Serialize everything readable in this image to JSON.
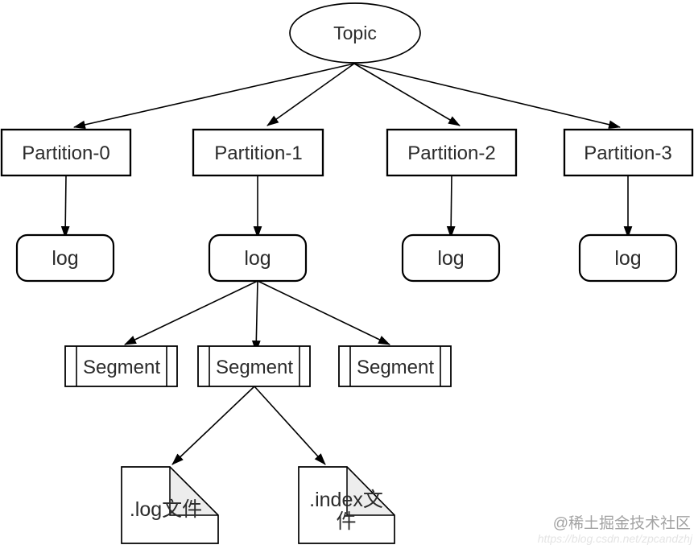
{
  "diagram": {
    "topic": {
      "label": "Topic"
    },
    "partitions": [
      {
        "label": "Partition-0"
      },
      {
        "label": "Partition-1"
      },
      {
        "label": "Partition-2"
      },
      {
        "label": "Partition-3"
      }
    ],
    "logs": [
      {
        "label": "log"
      },
      {
        "label": "log"
      },
      {
        "label": "log"
      },
      {
        "label": "log"
      }
    ],
    "segments": [
      {
        "label": "Segment"
      },
      {
        "label": "Segment"
      },
      {
        "label": "Segment"
      }
    ],
    "files": [
      {
        "label": ".log文件"
      },
      {
        "label_line1": ".index文",
        "label_line2": "件"
      }
    ]
  },
  "watermark": {
    "community": "@稀土掘金技术社区",
    "url": "https://blog.csdn.net/zpcandzhj"
  },
  "colors": {
    "stroke": "#000000",
    "text": "#2b2b2b",
    "fold_fill": "#ededed",
    "watermark_gray": "#a3a3a3",
    "watermark_faint": "#e4e4e4"
  }
}
